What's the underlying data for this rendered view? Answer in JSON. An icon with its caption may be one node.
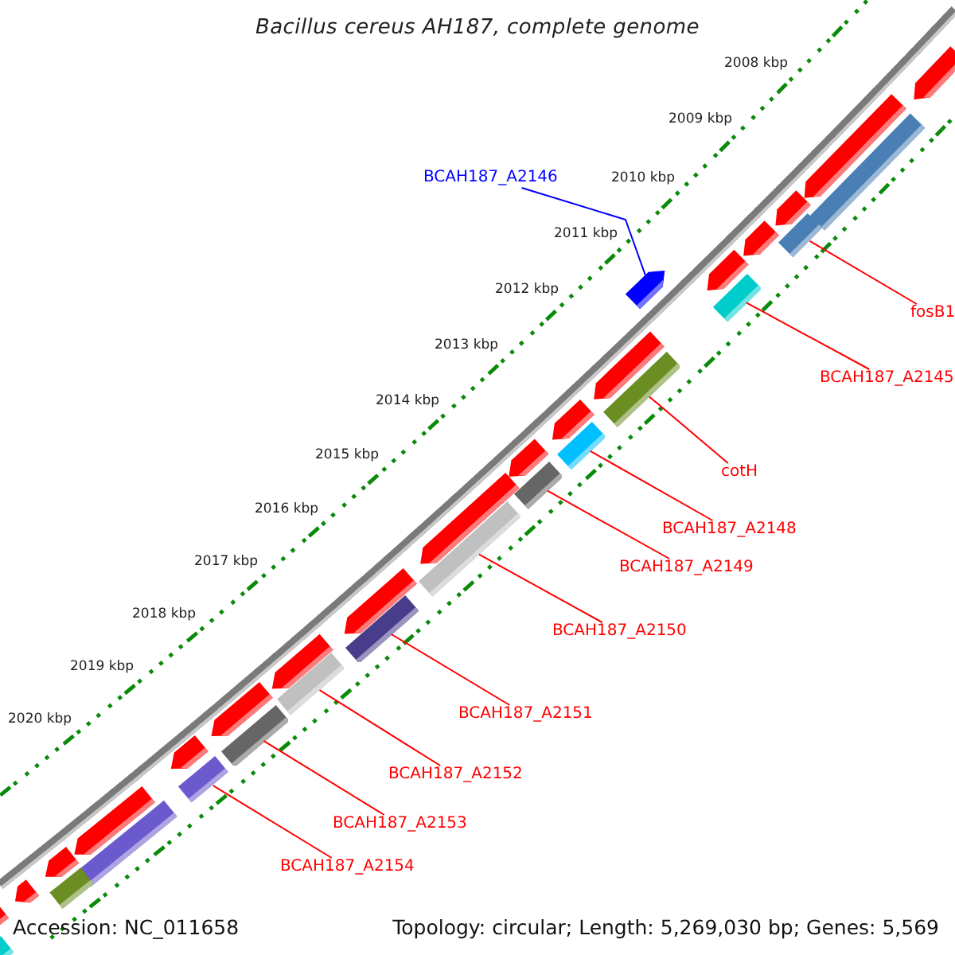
{
  "diagram": {
    "title": "Bacillus cereus AH187, complete genome",
    "nodes": [
      {
        "text": [
          "BCAH187_A2146"
        ]
      },
      {
        "text": [
          "fosB1"
        ]
      },
      {
        "text": [
          "BCAH187_A2145"
        ]
      },
      {
        "text": [
          "cotH"
        ]
      },
      {
        "text": [
          "BCAH187_A2148"
        ]
      },
      {
        "text": [
          "BCAH187_A2149"
        ]
      },
      {
        "text": [
          "BCAH187_A2150"
        ]
      },
      {
        "text": [
          "BCAH187_A2151"
        ]
      },
      {
        "text": [
          "BCAH187_A2152"
        ]
      },
      {
        "text": [
          "BCAH187_A2153"
        ]
      },
      {
        "text": [
          "BCAH187_A2154"
        ]
      },
      {
        "text": [],
        "shape": "arrow"
      },
      {
        "text": [],
        "shape": "bar"
      },
      {
        "text": [],
        "shape": "bar"
      },
      {
        "text": [],
        "shape": "bar"
      },
      {
        "text": [],
        "shape": "bar"
      },
      {
        "text": [],
        "shape": "bar"
      },
      {
        "text": [],
        "shape": "bar"
      },
      {
        "text": [],
        "shape": "bar"
      },
      {
        "text": [],
        "shape": "bar"
      },
      {
        "text": [],
        "shape": "bar"
      },
      {
        "text": [],
        "shape": "bar"
      }
    ],
    "edges": [
      {
        "from": 0,
        "to": 11,
        "arrow": "none",
        "color": "#0000ff"
      },
      {
        "from": 1,
        "to": 12,
        "arrow": "none"
      },
      {
        "from": 2,
        "to": 13,
        "arrow": "none"
      },
      {
        "from": 3,
        "to": 14,
        "arrow": "none"
      },
      {
        "from": 4,
        "to": 15,
        "arrow": "none"
      },
      {
        "from": 5,
        "to": 16,
        "arrow": "none"
      },
      {
        "from": 6,
        "to": 17,
        "arrow": "none"
      },
      {
        "from": 7,
        "to": 18,
        "arrow": "none"
      },
      {
        "from": 8,
        "to": 19,
        "arrow": "none"
      },
      {
        "from": 9,
        "to": 20,
        "arrow": "none"
      },
      {
        "from": 10,
        "to": 21,
        "arrow": "none"
      }
    ],
    "labels": [
      "2008 kbp",
      "2009 kbp",
      "2010 kbp",
      "2011 kbp",
      "2012 kbp",
      "2013 kbp",
      "2014 kbp",
      "2015 kbp",
      "2016 kbp",
      "2017 kbp",
      "2018 kbp",
      "2019 kbp",
      "2020 kbp",
      "Accession: NC_011658",
      "Topology: circular; Length: 5,269,030 bp; Genes: 5,569"
    ]
  }
}
